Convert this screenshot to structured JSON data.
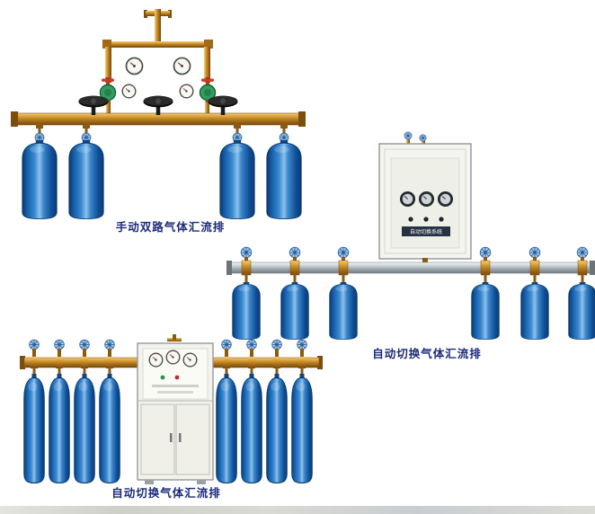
{
  "captions": {
    "manual_dual": "手动双路气体汇流排",
    "auto_wall": "自动切换气体汇流排",
    "auto_floor": "自动切换气体汇流排"
  },
  "cabinet": {
    "label": "自动切换系统"
  },
  "colors": {
    "cylinder_blue": "#1f6cb8",
    "brass_pipe": "#c08428",
    "steel_pipe": "#b9c0c6",
    "cabinet_body": "#f4f4ee",
    "caption_text": "#1b2a7b",
    "background": "#ffffff"
  },
  "components": {
    "cylinder": "gas-cylinder",
    "handwheel": "valve-handwheel-icon",
    "black_handwheel": "shutoff-valve-handwheel-icon",
    "gauge": "pressure-gauge-icon",
    "regulator": "pressure-regulator",
    "pipe": "manifold-pipe",
    "wall_cabinet": "auto-switch-control-cabinet",
    "floor_cabinet": "auto-switch-control-cabinet"
  }
}
